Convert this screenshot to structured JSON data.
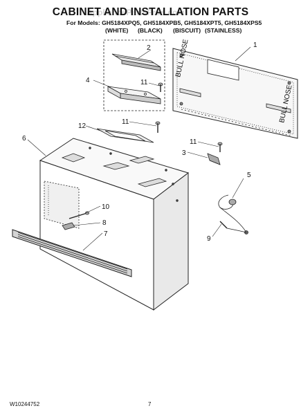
{
  "header": {
    "title": "CABINET AND INSTALLATION PARTS",
    "models_prefix": "For Models:",
    "models": [
      "GH5184XPQ5,",
      "GH5184XPB5,",
      "GH5184XPT5,",
      "GH5184XPS5"
    ],
    "finishes": [
      "(WHITE)",
      "(BLACK)",
      "(BISCUIT)",
      "(STAINLESS)"
    ]
  },
  "watermark": "AppliancePartsPros.com",
  "callouts": [
    "1",
    "2",
    "3",
    "4",
    "5",
    "6",
    "7",
    "8",
    "9",
    "10",
    "11",
    "11",
    "11",
    "12"
  ],
  "plate_text": [
    "BULL NOSE",
    "BULL NOSE"
  ],
  "footer": {
    "doc_number": "W10244752",
    "page": "7"
  }
}
